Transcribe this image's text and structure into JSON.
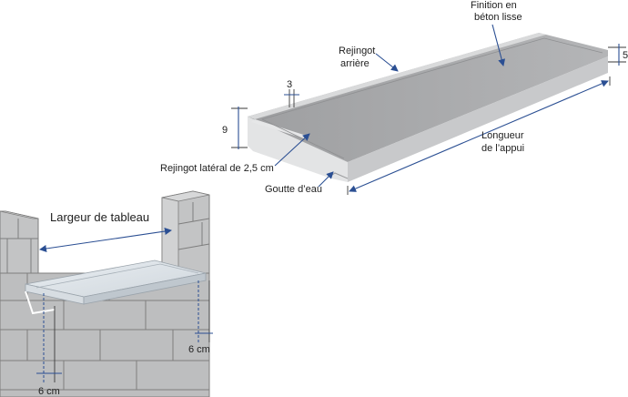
{
  "labels": {
    "finition_line1": "Finition en",
    "finition_line2": "béton lisse",
    "rejingot_arriere_line1": "Rejingot",
    "rejingot_arriere_line2": "arrière",
    "dim_3": "3",
    "dim_9": "9",
    "dim_5": "5",
    "rejingot_lateral": "Rejingot latéral de 2,5 cm",
    "goutte_eau": "Goutte d’eau",
    "longueur_line1": "Longueur",
    "longueur_line2": "de l’appui",
    "largeur_tableau": "Largeur de tableau",
    "dim_6cm_right": "6 cm",
    "dim_6cm_left": "6 cm"
  },
  "colors": {
    "sill_top": "#a9aaac",
    "sill_front": "#c9cacc",
    "sill_side": "#e2e3e4",
    "brick": "#b9babb",
    "dimension_line": "#2b4f93"
  }
}
